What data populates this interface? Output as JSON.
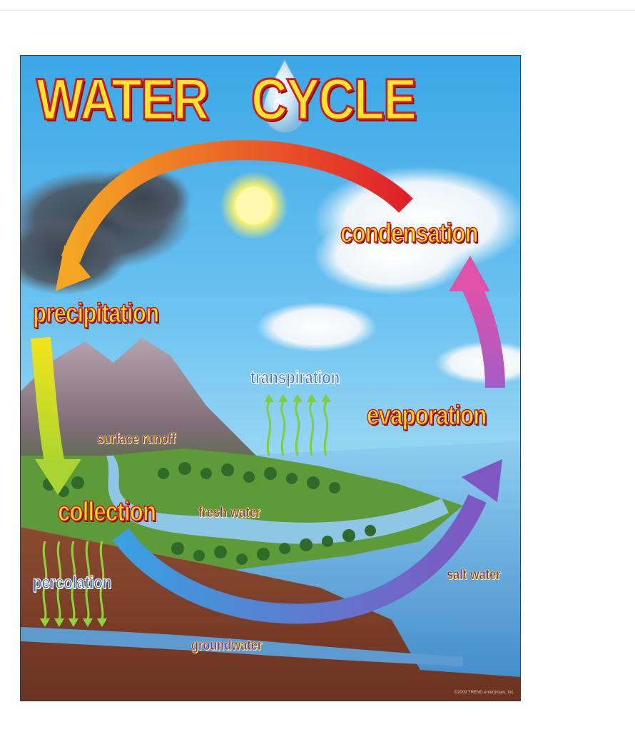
{
  "diagram": {
    "title_part1": "WATER",
    "title_part2": "CYCLE",
    "stages": {
      "condensation": "condensation",
      "precipitation": "precipitation",
      "collection": "collection",
      "evaporation": "evaporation"
    },
    "processes": {
      "transpiration": "transpiration",
      "percolation": "percolation"
    },
    "features": {
      "surface_runoff": "surface runoff",
      "fresh_water": "fresh water",
      "salt_water": "salt water",
      "groundwater": "groundwater"
    },
    "copyright": "©2009 TREND enterprises, Inc.",
    "colors": {
      "title_fill": "#ffe52a",
      "title_outline": "#d4171c",
      "arrow_red": "#e0202a",
      "arrow_orange": "#f5a623",
      "arrow_yellow": "#f4e21a",
      "arrow_green": "#a8d531",
      "arrow_blue": "#3aa0e0",
      "arrow_purple": "#7e57c2",
      "arrow_pink": "#e052a8"
    }
  }
}
